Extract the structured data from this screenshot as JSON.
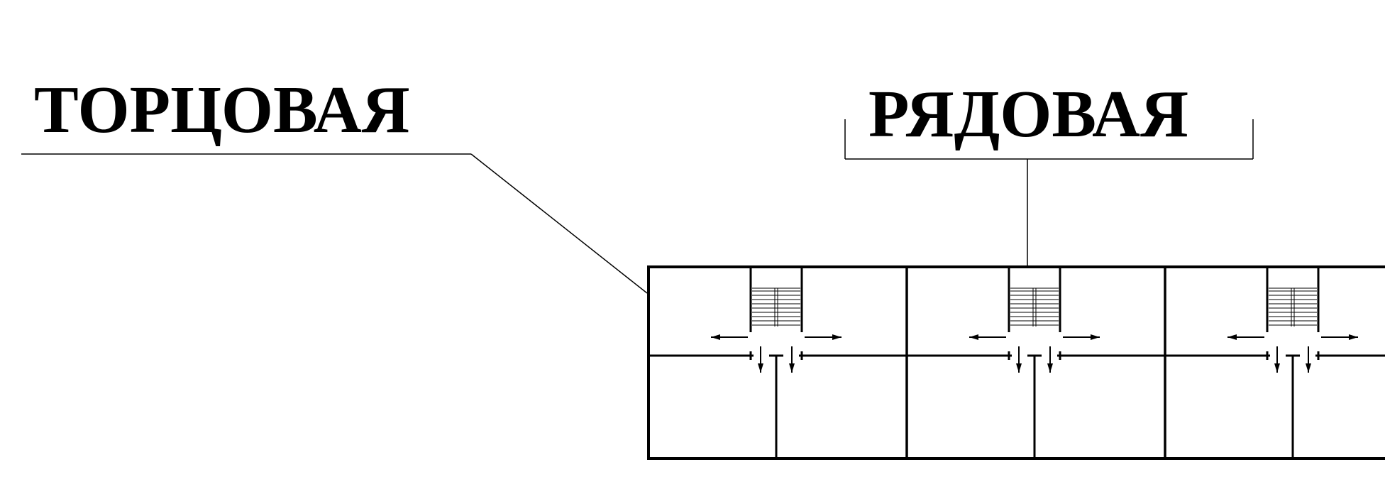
{
  "labels": {
    "end_section": "ТОРЦОВАЯ",
    "row_section": "РЯДОВАЯ"
  },
  "colors": {
    "line": "#000000",
    "background": "#ffffff"
  },
  "sections": [
    {
      "name": "end-section"
    },
    {
      "name": "row-section-1"
    },
    {
      "name": "row-section-2"
    }
  ]
}
